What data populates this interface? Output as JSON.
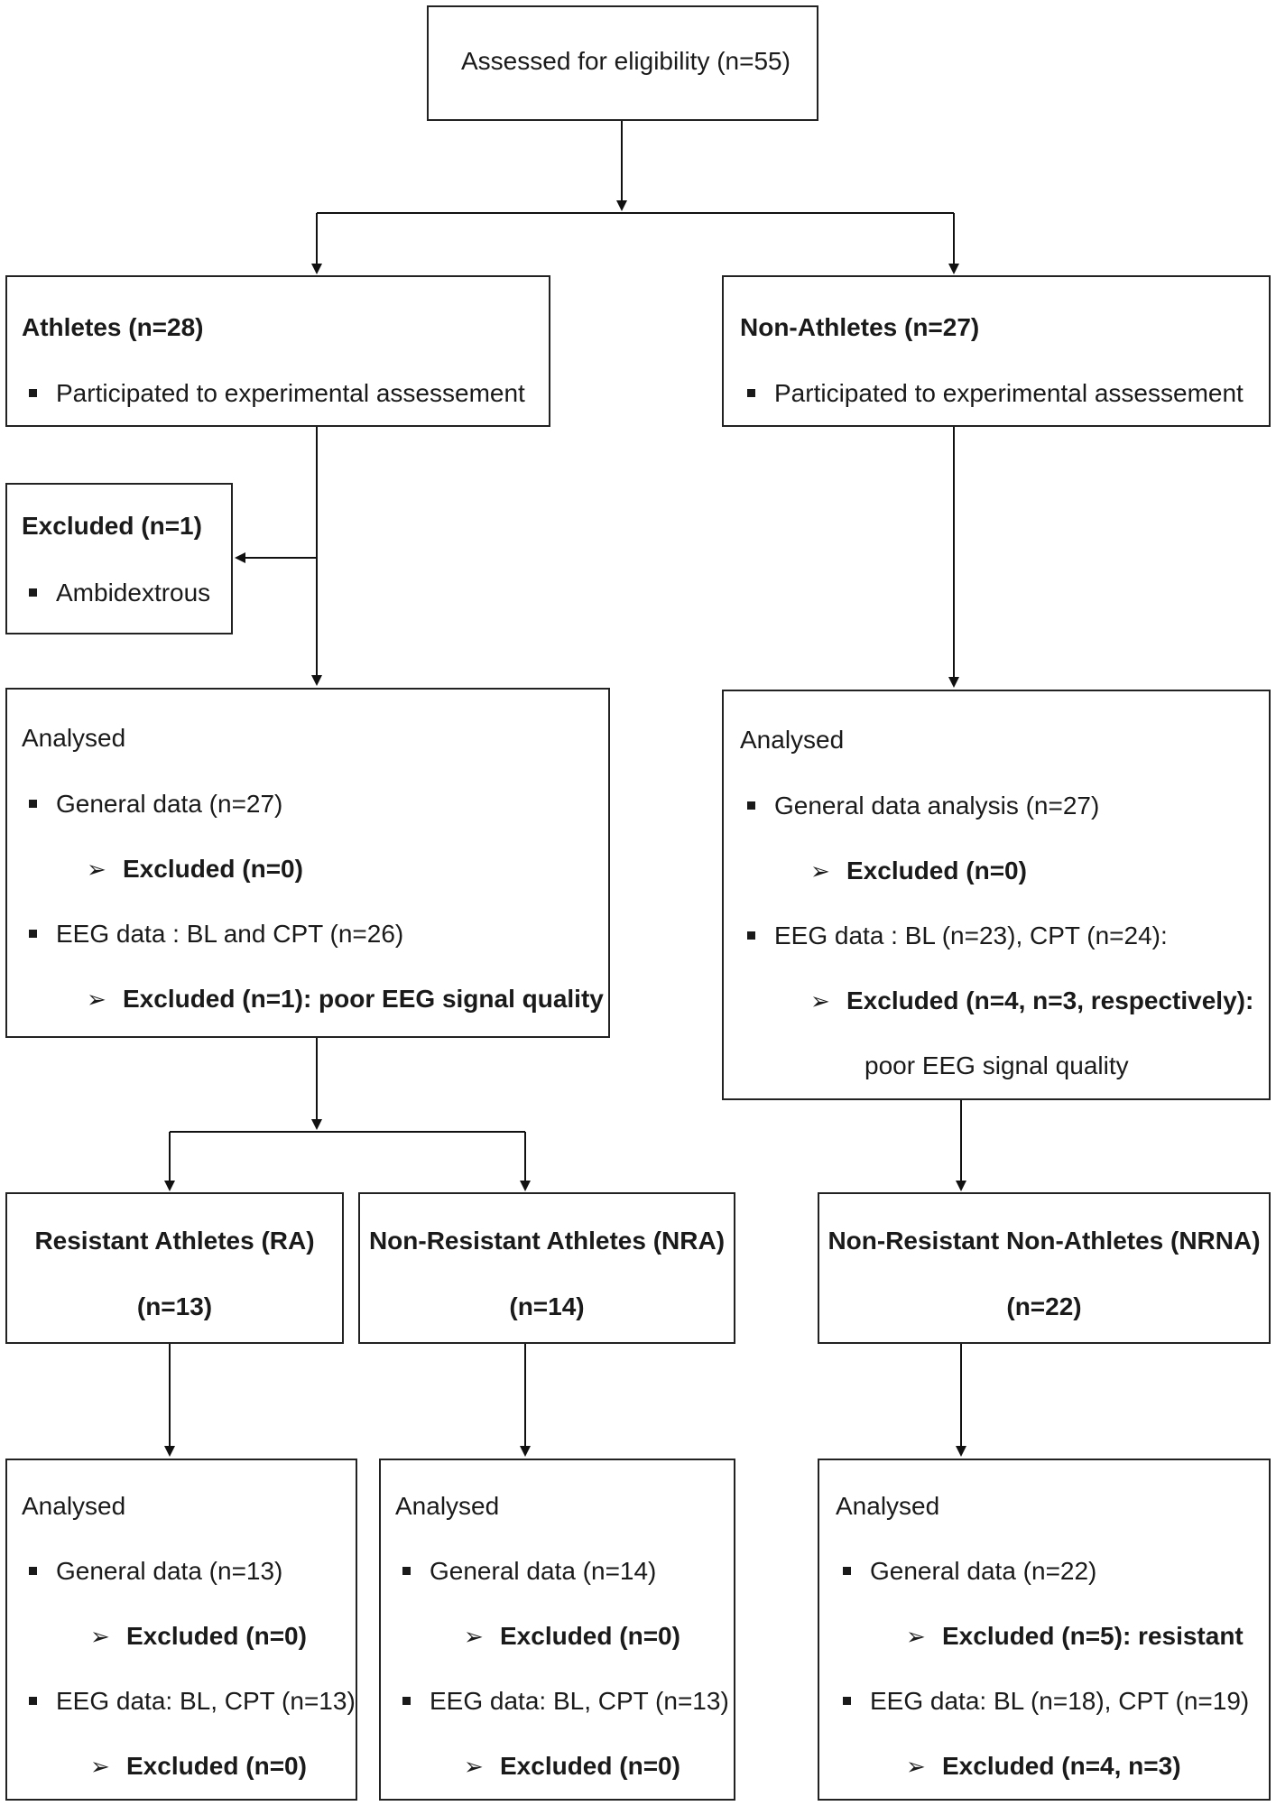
{
  "top": {
    "label": "Assessed for eligibility (n=55)"
  },
  "athletes": {
    "title": "Athletes (n=28)",
    "bullet": "Participated to experimental assessement"
  },
  "non_athletes": {
    "title": "Non-Athletes (n=27)",
    "bullet": "Participated to experimental assessement"
  },
  "excluded_box": {
    "title": "Excluded (n=1)",
    "bullet": "Ambidextrous"
  },
  "athletes_analysed": {
    "heading": "Analysed",
    "general": "General data (n=27)",
    "general_excl": "Excluded (n=0)",
    "eeg": "EEG data : BL and CPT (n=26)",
    "eeg_excl": "Excluded (n=1): poor EEG signal quality"
  },
  "non_athletes_analysed": {
    "heading": "Analysed",
    "general": "General data analysis (n=27)",
    "general_excl": "Excluded (n=0)",
    "eeg": "EEG data : BL (n=23), CPT (n=24):",
    "eeg_excl": "Excluded (n=4, n=3, respectively):",
    "eeg_excl_note": "poor EEG signal quality"
  },
  "ra": {
    "title": "Resistant Athletes (RA)",
    "n": "(n=13)"
  },
  "nra": {
    "title": "Non-Resistant Athletes (NRA)",
    "n": "(n=14)"
  },
  "nrna": {
    "title": "Non-Resistant Non-Athletes (NRNA)",
    "n": "(n=22)"
  },
  "ra_analysed": {
    "heading": "Analysed",
    "general": "General data (n=13)",
    "general_excl": "Excluded (n=0)",
    "eeg": "EEG data: BL, CPT (n=13)",
    "eeg_excl": "Excluded (n=0)"
  },
  "nra_analysed": {
    "heading": "Analysed",
    "general": "General data (n=14)",
    "general_excl": "Excluded (n=0)",
    "eeg": "EEG data: BL, CPT (n=13)",
    "eeg_excl": "Excluded (n=0)"
  },
  "nrna_analysed": {
    "heading": "Analysed",
    "general": "General data (n=22)",
    "general_excl": "Excluded (n=5): resistant",
    "eeg": "EEG data: BL (n=18), CPT (n=19)",
    "eeg_excl": "Excluded (n=4, n=3)"
  }
}
